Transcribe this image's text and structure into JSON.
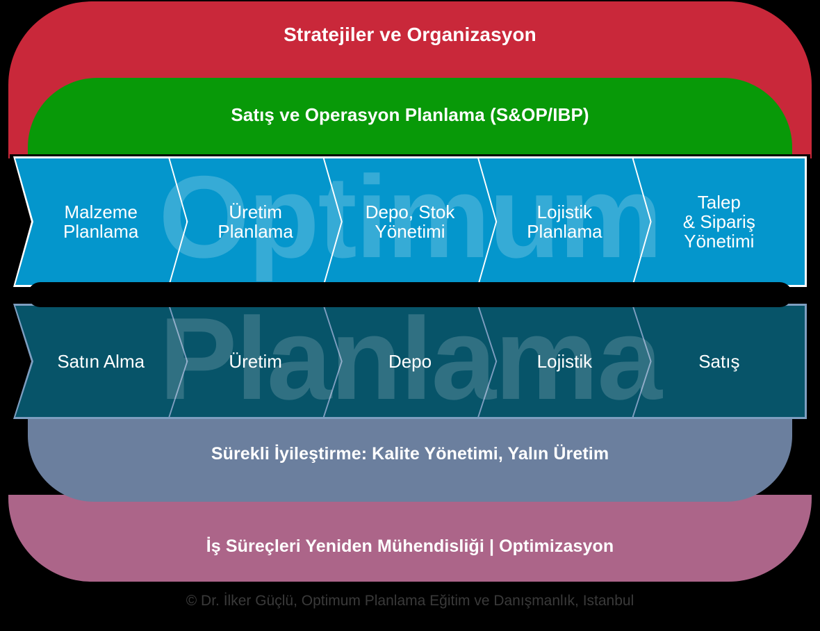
{
  "diagram": {
    "title_watermarks": {
      "top": "Optimum",
      "bottom": "Planlama"
    },
    "colors": {
      "red": "#c9283a",
      "green": "#089908",
      "blue": "#0496cc",
      "teal": "#075469",
      "slate": "#6b7f9e",
      "mauve": "#ac6589",
      "background": "#000000",
      "text": "#ffffff",
      "footer_text": "#3a3a3a"
    },
    "bands": {
      "strategy": "Stratejiler ve Organizasyon",
      "sop": "Satış ve Operasyon Planlama (S&OP/IBP)",
      "improvement": "Sürekli İyileştirme: Kalite Yönetimi, Yalın Üretim",
      "reengineering": "İş Süreçleri Yeniden Mühendisliği  |  Optimizasyon"
    },
    "planning_row": {
      "steps": [
        {
          "label": "Malzeme\nPlanlama"
        },
        {
          "label": "Üretim\nPlanlama"
        },
        {
          "label": "Depo, Stok\nYönetimi"
        },
        {
          "label": "Lojistik\nPlanlama"
        },
        {
          "label": "Talep\n& Sipariş\nYönetimi"
        }
      ]
    },
    "execution_row": {
      "steps": [
        {
          "label": "Satın Alma"
        },
        {
          "label": "Üretim"
        },
        {
          "label": "Depo"
        },
        {
          "label": "Lojistik"
        },
        {
          "label": "Satış"
        }
      ]
    },
    "footer": "© Dr. İlker Güçlü, Optimum Planlama Eğitim ve Danışmanlık, Istanbul"
  }
}
